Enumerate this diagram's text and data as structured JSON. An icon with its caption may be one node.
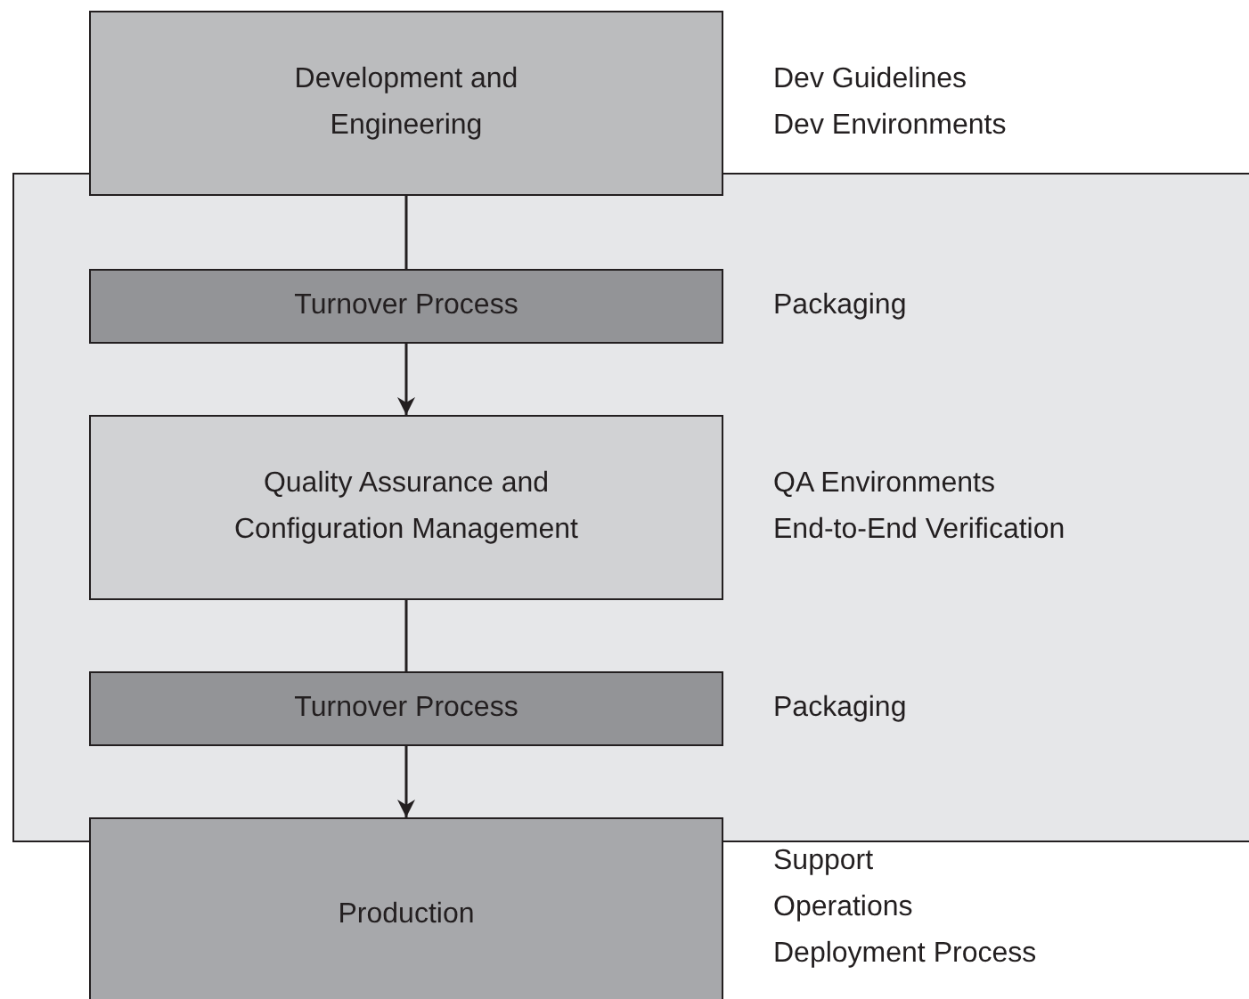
{
  "diagram": {
    "nodes": [
      {
        "text": [
          "Development and Engineering"
        ],
        "beside": [
          "Dev Guidelines",
          "Dev Environments"
        ]
      },
      {
        "text": [],
        "shape": "box"
      },
      {
        "text": [
          "Turnover Process"
        ],
        "in": 1,
        "beside": [
          "Packaging"
        ]
      },
      {
        "text": [
          "Quality Assurance and Configuration Management"
        ],
        "in": 1,
        "beside": [
          "QA Environments",
          "End-to-End Verification"
        ]
      },
      {
        "text": [
          "Turnover Process"
        ],
        "in": 1,
        "beside": [
          "Packaging"
        ]
      },
      {
        "text": [
          "Production"
        ],
        "beside": [
          "Support",
          "Operations",
          "Deployment Process"
        ]
      }
    ],
    "edges": [
      {
        "from": 0,
        "to": 2,
        "arrow": "none"
      },
      {
        "from": 2,
        "to": 3,
        "arrow": "to"
      },
      {
        "from": 3,
        "to": 4,
        "arrow": "none"
      },
      {
        "from": 4,
        "to": 5,
        "arrow": "to"
      }
    ]
  }
}
